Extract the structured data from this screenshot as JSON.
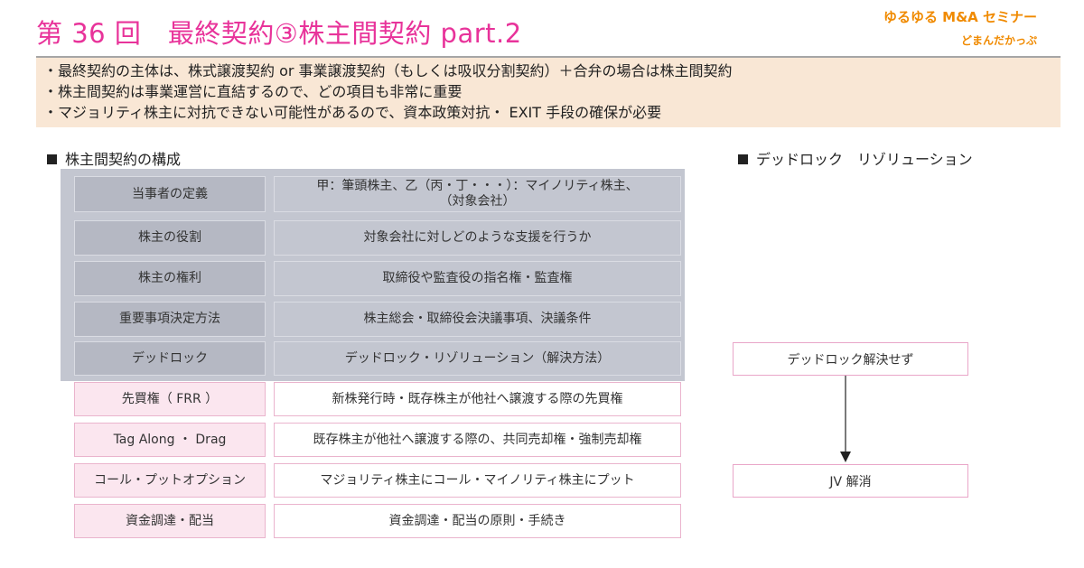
{
  "header": {
    "title": "第 36 回　最終契約③株主間契約 part.2",
    "brand_line1": "ゆるゆる M&A セミナー",
    "brand_line2": "どまんだかっぷ"
  },
  "summary": [
    "・最終契約の主体は、株式譲渡契約 or 事業譲渡契約（もしくは吸収分割契約）＋合弁の場合は株主間契約",
    "・株主間契約は事業運営に直結するので、どの項目も非常に重要",
    "・マジョリティ株主に対抗できない可能性があるので、資本政策対抗・ EXIT 手段の確保が必要"
  ],
  "sections": {
    "left": "株主間契約の構成",
    "right": "デッドロック　リゾリューション"
  },
  "table": {
    "rows": [
      {
        "label": "当事者の定義",
        "value_line1": "甲：筆頭株主、乙（丙・丁・・・）：マイノリティ株主、",
        "value_line2": "（対象会社）"
      },
      {
        "label": "株主の役割",
        "value": "対象会社に対しどのような支援を行うか"
      },
      {
        "label": "株主の権利",
        "value": "取締役や監査役の指名権・監査権"
      },
      {
        "label": "重要事項決定方法",
        "value": "株主総会・取締役会決議事項、決議条件"
      },
      {
        "label": "デッドロック",
        "value": "デッドロック・リゾリューション（解決方法）"
      },
      {
        "label": "先買権（ FRR ）",
        "value": "新株発行時・既存株主が他社へ譲渡する際の先買権"
      },
      {
        "label": "Tag Along ・ Drag",
        "value": "既存株主が他社へ譲渡する際の、共同売却権・強制売却権"
      },
      {
        "label": "コール・プットオプション",
        "value": "マジョリティ株主にコール・マイノリティ株主にプット"
      },
      {
        "label": "資金調達・配当",
        "value": "資金調達・配当の原則・手続き"
      }
    ]
  },
  "flow": {
    "box1": "デッドロック解決せず",
    "box2": "JV 解消"
  },
  "colors": {
    "title": "#e8339a",
    "brand": "#f08a00",
    "summary_bg": "#f9e7d5",
    "grey_block": "#c3c6d0",
    "pink_border": "#eab4cd"
  }
}
